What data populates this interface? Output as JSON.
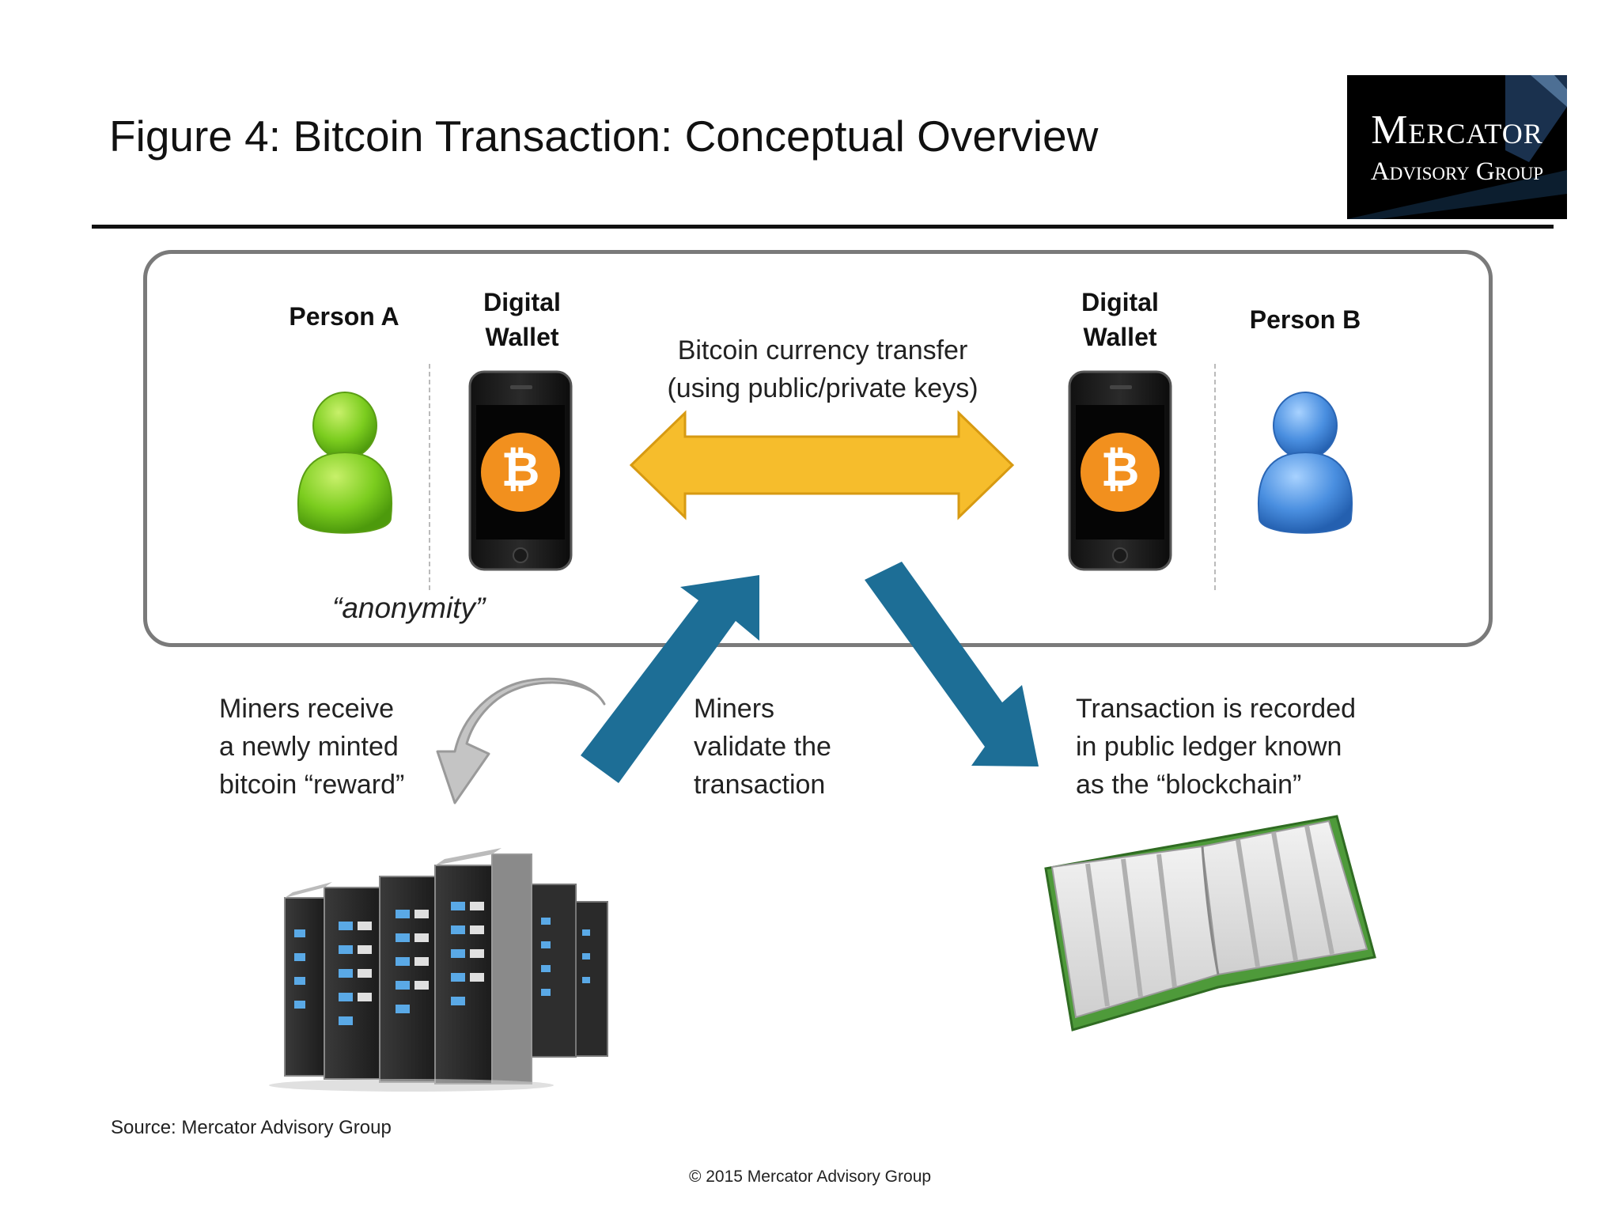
{
  "title": "Figure 4: Bitcoin Transaction: Conceptual Overview",
  "logo": {
    "line1": "Mercator",
    "line2": "Advisory Group"
  },
  "person_a": {
    "label": "Person A"
  },
  "person_b": {
    "label": "Person B"
  },
  "wallet_left": {
    "line1": "Digital",
    "line2": "Wallet",
    "symbol": "₿"
  },
  "wallet_right": {
    "line1": "Digital",
    "line2": "Wallet",
    "symbol": "₿"
  },
  "transfer": {
    "line1": "Bitcoin currency transfer",
    "line2": "(using public/private keys)"
  },
  "anonymity": "“anonymity”",
  "miners_reward": {
    "line1": "Miners receive",
    "line2": "a newly minted",
    "line3": "bitcoin “reward”"
  },
  "miners_validate": {
    "line1": "Miners",
    "line2": "validate the",
    "line3": "transaction"
  },
  "ledger": {
    "line1": "Transaction is recorded",
    "line2": "in public ledger known",
    "line3": "as the “blockchain”"
  },
  "source": "Source: Mercator Advisory Group",
  "copyright": "© 2015 Mercator Advisory Group",
  "colors": {
    "person_a": "#7ccd1f",
    "person_b": "#4a8fe0",
    "bitcoin": "#f2901e",
    "transfer_arrow": "#f6bd2c",
    "flow_arrow": "#1d6e96",
    "reward_arrow": "#c4c4c4",
    "ledger_cover": "#4e9a3a"
  },
  "icons": [
    "person-icon",
    "smartphone-icon",
    "bitcoin-icon",
    "server-rack-icon",
    "ledger-book-icon"
  ]
}
